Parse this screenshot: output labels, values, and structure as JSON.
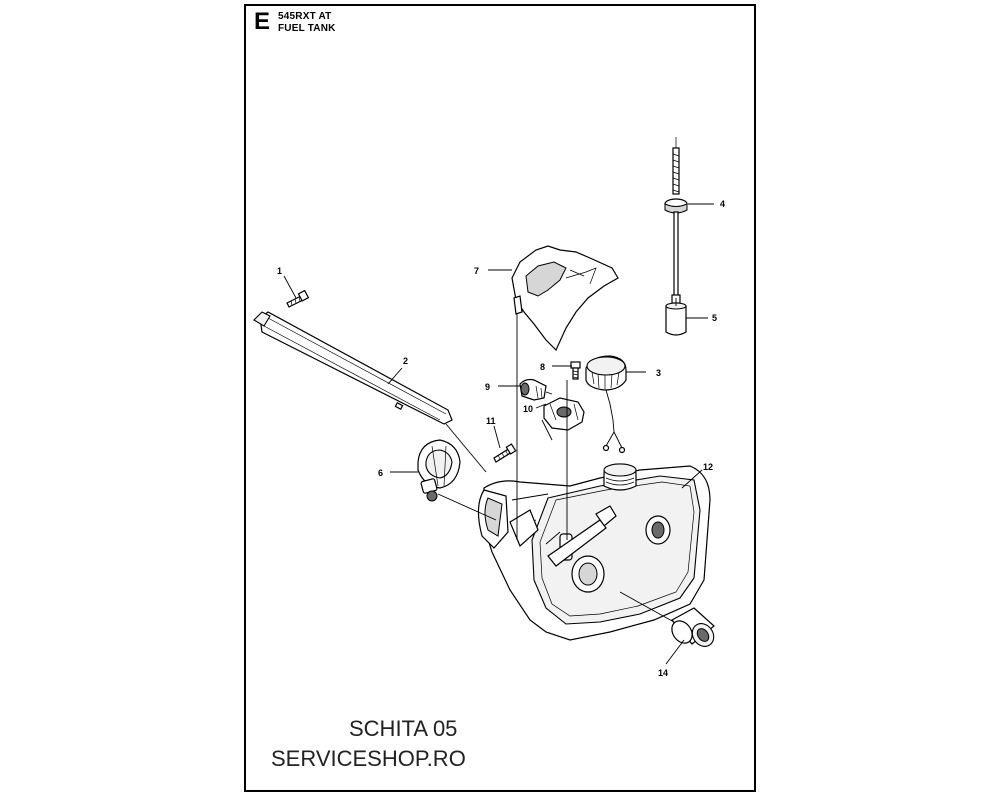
{
  "header": {
    "section_letter": "E",
    "model": "545RXT AT",
    "title": "FUEL TANK"
  },
  "callouts": [
    "1",
    "2",
    "3",
    "4",
    "5",
    "6",
    "7",
    "8",
    "9",
    "10",
    "11",
    "12",
    "14"
  ],
  "footer": {
    "line1": "SCHITA 05",
    "line2": "SERVICESHOP.RO"
  }
}
